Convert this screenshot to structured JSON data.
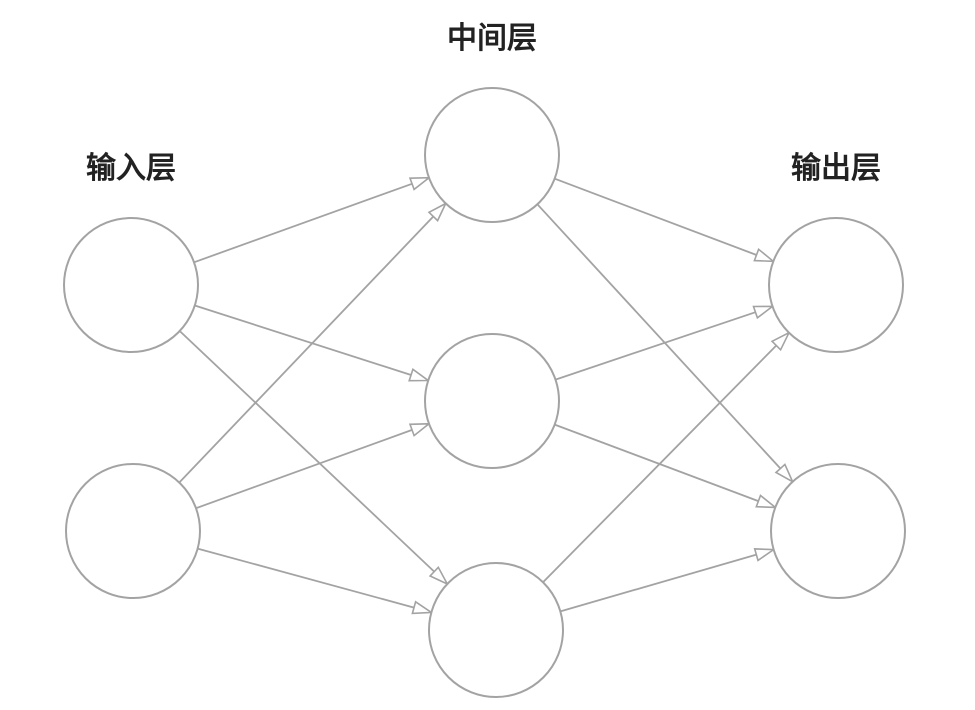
{
  "labels": {
    "input_layer": "输入层",
    "hidden_layer": "中间层",
    "output_layer": "输出层"
  },
  "colors": {
    "stroke": "#a3a3a3",
    "text": "#222222",
    "background": "#ffffff"
  },
  "network": {
    "layers": [
      {
        "name": "input",
        "node_count": 2
      },
      {
        "name": "hidden",
        "node_count": 3
      },
      {
        "name": "output",
        "node_count": 2
      }
    ],
    "connections": [
      {
        "from": "input-1",
        "to": "hidden-1"
      },
      {
        "from": "input-1",
        "to": "hidden-2"
      },
      {
        "from": "input-1",
        "to": "hidden-3"
      },
      {
        "from": "input-2",
        "to": "hidden-1"
      },
      {
        "from": "input-2",
        "to": "hidden-2"
      },
      {
        "from": "input-2",
        "to": "hidden-3"
      },
      {
        "from": "hidden-1",
        "to": "output-1"
      },
      {
        "from": "hidden-1",
        "to": "output-2"
      },
      {
        "from": "hidden-2",
        "to": "output-1"
      },
      {
        "from": "hidden-2",
        "to": "output-2"
      },
      {
        "from": "hidden-3",
        "to": "output-1"
      },
      {
        "from": "hidden-3",
        "to": "output-2"
      }
    ]
  }
}
